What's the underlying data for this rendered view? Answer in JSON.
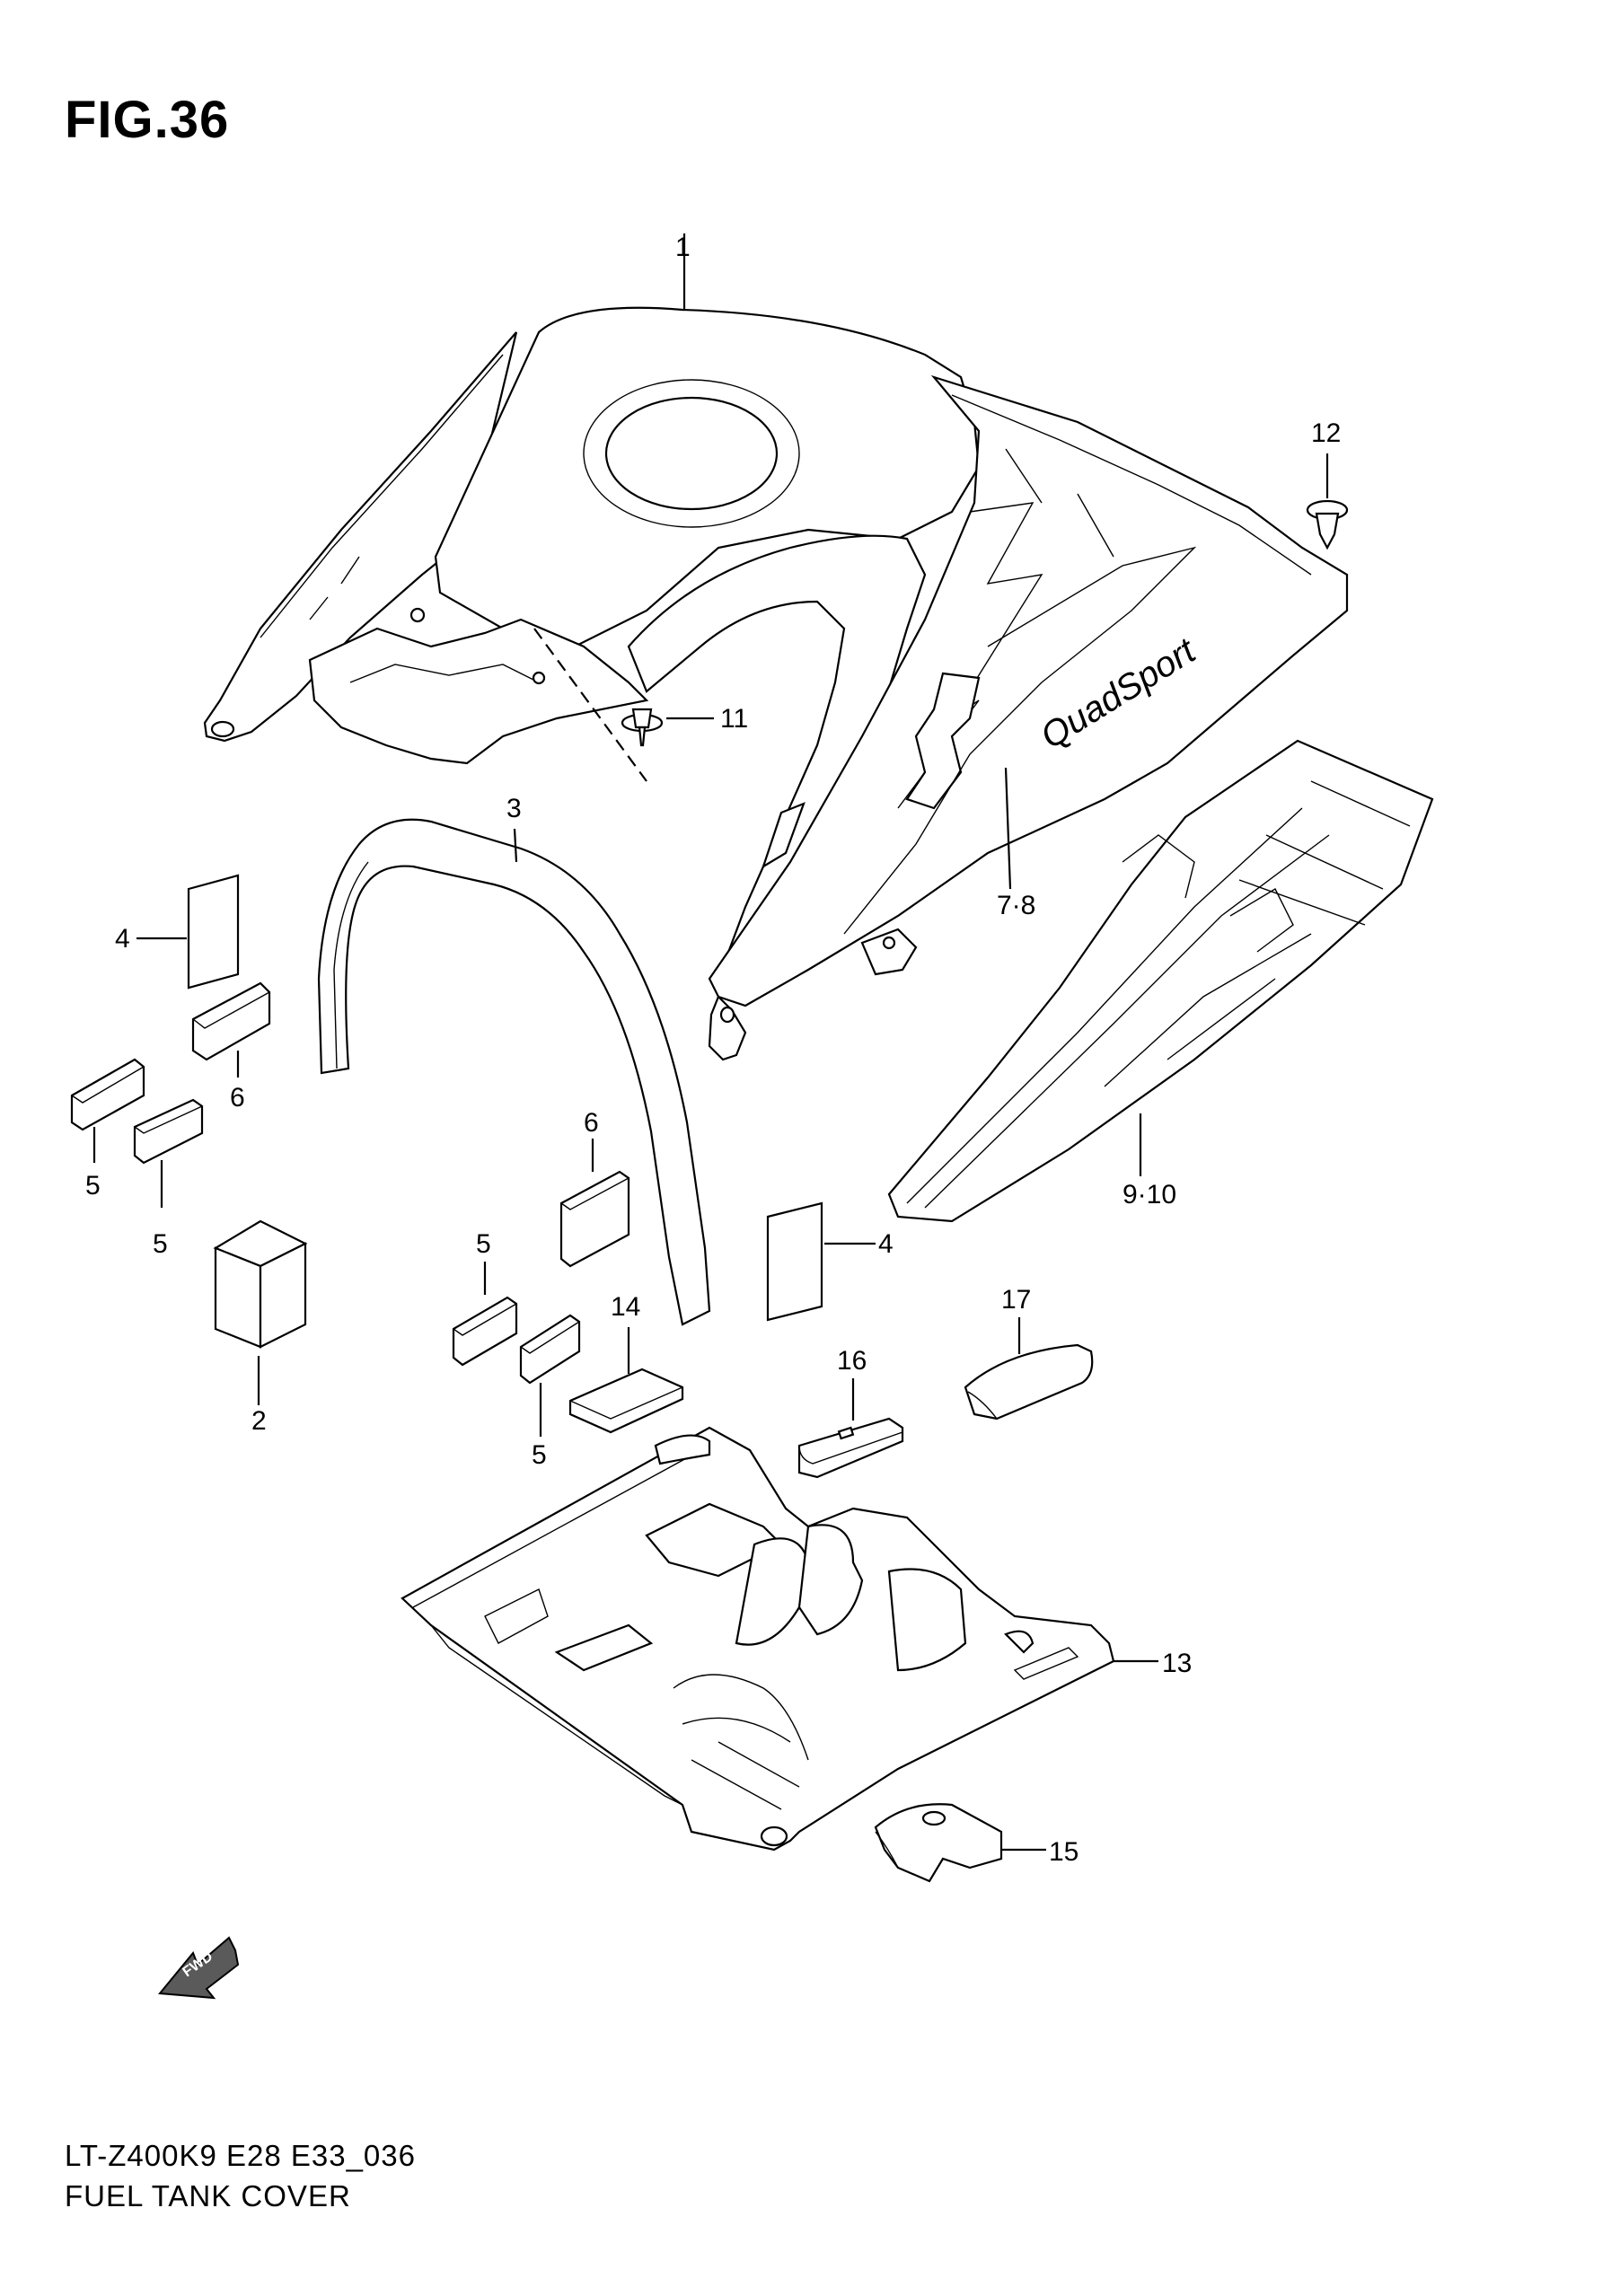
{
  "figure": {
    "title": "FIG.36"
  },
  "footer": {
    "model_code": "LT-Z400K9 E28 E33_036",
    "caption": "FUEL TANK COVER"
  },
  "callouts": {
    "c1": "1",
    "c2": "2",
    "c3": "3",
    "c4a": "4",
    "c4b": "4",
    "c5a": "5",
    "c5b": "5",
    "c5c": "5",
    "c5d": "5",
    "c6a": "6",
    "c6b": "6",
    "c78": "7·8",
    "c910": "9·10",
    "c11": "11",
    "c12": "12",
    "c13": "13",
    "c14": "14",
    "c15": "15",
    "c16": "16",
    "c17": "17"
  },
  "decal_text": "QuadSport",
  "fwd_arrow_text": "FWD"
}
